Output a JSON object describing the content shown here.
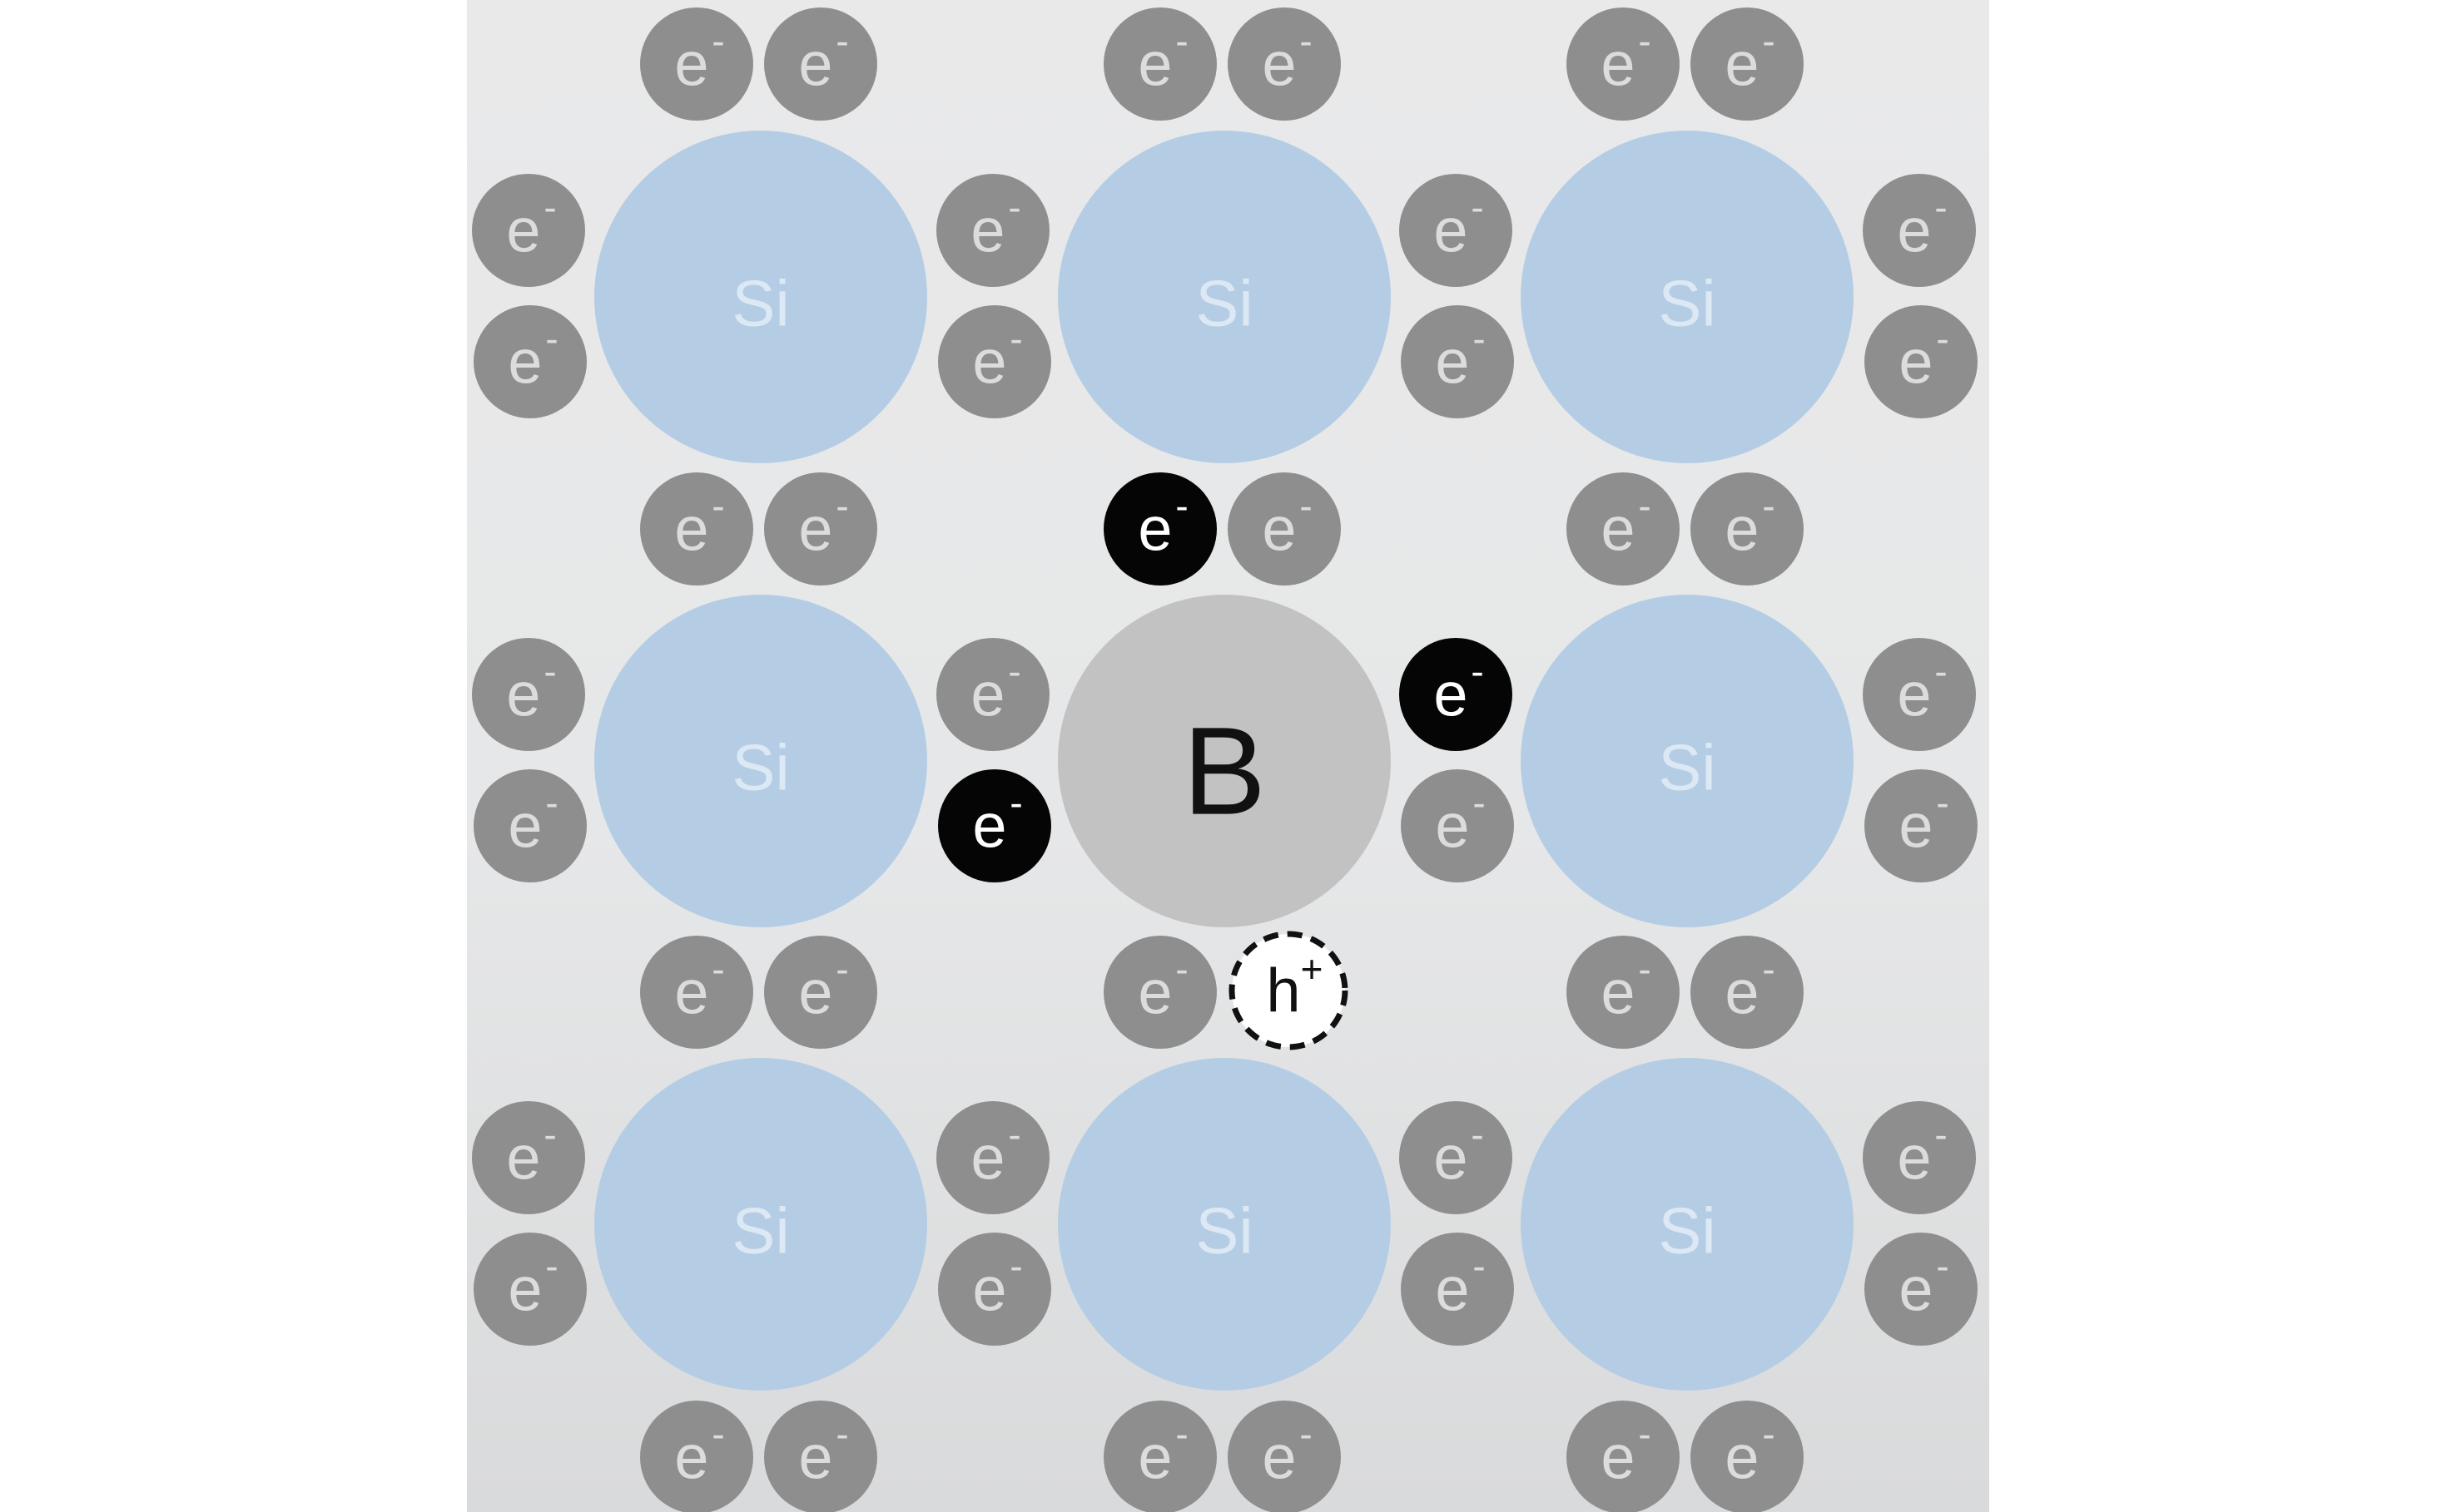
{
  "diagram": {
    "atoms": [
      {
        "symbol": "Si",
        "role": "silicon"
      },
      {
        "symbol": "Si",
        "role": "silicon"
      },
      {
        "symbol": "Si",
        "role": "silicon"
      },
      {
        "symbol": "Si",
        "role": "silicon"
      },
      {
        "symbol": "B",
        "role": "boron"
      },
      {
        "symbol": "Si",
        "role": "silicon"
      },
      {
        "symbol": "Si",
        "role": "silicon"
      },
      {
        "symbol": "Si",
        "role": "silicon"
      },
      {
        "symbol": "Si",
        "role": "silicon"
      }
    ],
    "electron": {
      "base": "e",
      "superscript": "-"
    },
    "hole": {
      "base": "h",
      "superscript": "+"
    },
    "highlighted_electrons": [
      "boron-top",
      "boron-left",
      "boron-right"
    ],
    "colors": {
      "silicon_fill": "#b5cde4",
      "silicon_text": "#dce8f4",
      "boron_fill": "#c2c2c3",
      "boron_text": "#111111",
      "electron_fill": "#8e8e8e",
      "electron_text": "#dcdcdc",
      "highlight_fill": "#050505",
      "highlight_text": "#ffffff",
      "hole_fill": "#ffffff",
      "hole_stroke": "#111111"
    }
  }
}
